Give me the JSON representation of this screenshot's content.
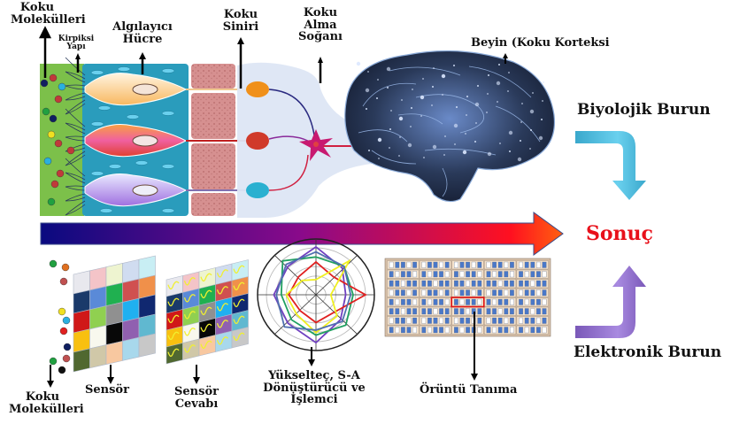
{
  "title": "Biyolojik Burun ve Elektronik Burun karşılaştırması",
  "biological": {
    "molecules_label": "Koku Molekülleri",
    "cilia_label": "Kirpiksi Yapı",
    "receptor_label": "Algılayıcı Hücre",
    "nerve_label": "Koku Siniri",
    "bulb_label": "Koku Alma Soğanı",
    "brain_label": "Beyin (Koku Korteksi",
    "system_label": "Biyolojik Burun"
  },
  "result_label": "Sonuç",
  "electronic": {
    "molecules_label": "Koku Molekülleri",
    "sensor_label": "Sensör",
    "response_label": "Sensör Cevabı",
    "processor_label": "Yükselteç, S-A Dönüştürücü ve İşlemci",
    "processor_lines": [
      "Yükselteç, S-A",
      "Dönüştürücü ve",
      "İşlemci"
    ],
    "pattern_label": "Örüntü Tanıma",
    "system_label": "Elektronik Burun"
  },
  "colors": {
    "result_text": "#e8101a",
    "arrow_start": "#0a0a80",
    "arrow_mid": "#8a0a8a",
    "arrow_end": "#ff5010",
    "bio_arrow": "#3fb6d8",
    "elec_arrow": "#8a6ac8",
    "mucus": "#7cc04a",
    "epithelium": "#2a9cbc",
    "tissue": "#d89090",
    "bulb": "#dde6f4"
  },
  "sensor_grid": [
    [
      "#e8e8ee",
      "#f4c4c8",
      "#eef4d0",
      "#d0dcf0",
      "#c8eef4"
    ],
    [
      "#1a3a6a",
      "#5a8ad8",
      "#20b050",
      "#d05050",
      "#f0904a"
    ],
    [
      "#d01818",
      "#90d050",
      "#909090",
      "#20b0f0",
      "#102870"
    ],
    [
      "#f8c010",
      "#f8f8ee",
      "#080808",
      "#9060b0",
      "#60b8d0"
    ],
    [
      "#506830",
      "#d0c8a8",
      "#f8c8a0",
      "#a8d8ec",
      "#c8c8c8"
    ]
  ],
  "radar_series": [
    {
      "name": "purple",
      "color": "#7040c0",
      "values": [
        0.95,
        0.75,
        0.6,
        0.7,
        0.95,
        0.8,
        0.85,
        0.8
      ]
    },
    {
      "name": "green",
      "color": "#20a060",
      "values": [
        0.75,
        0.8,
        0.75,
        0.85,
        0.8,
        0.7,
        0.7,
        0.95
      ]
    },
    {
      "name": "red",
      "color": "#e02020",
      "values": [
        0.65,
        0.5,
        1.0,
        0.5,
        0.55,
        0.45,
        0.55,
        0.5
      ]
    },
    {
      "name": "yellow",
      "color": "#f0f020",
      "values": [
        0.3,
        0.95,
        0.3,
        0.6,
        0.75,
        0.55,
        0.6,
        0.4
      ]
    },
    {
      "name": "blue",
      "color": "#5070b0",
      "values": [
        0.85,
        0.8,
        0.7,
        0.75,
        0.7,
        0.9,
        0.8,
        0.85
      ]
    }
  ]
}
